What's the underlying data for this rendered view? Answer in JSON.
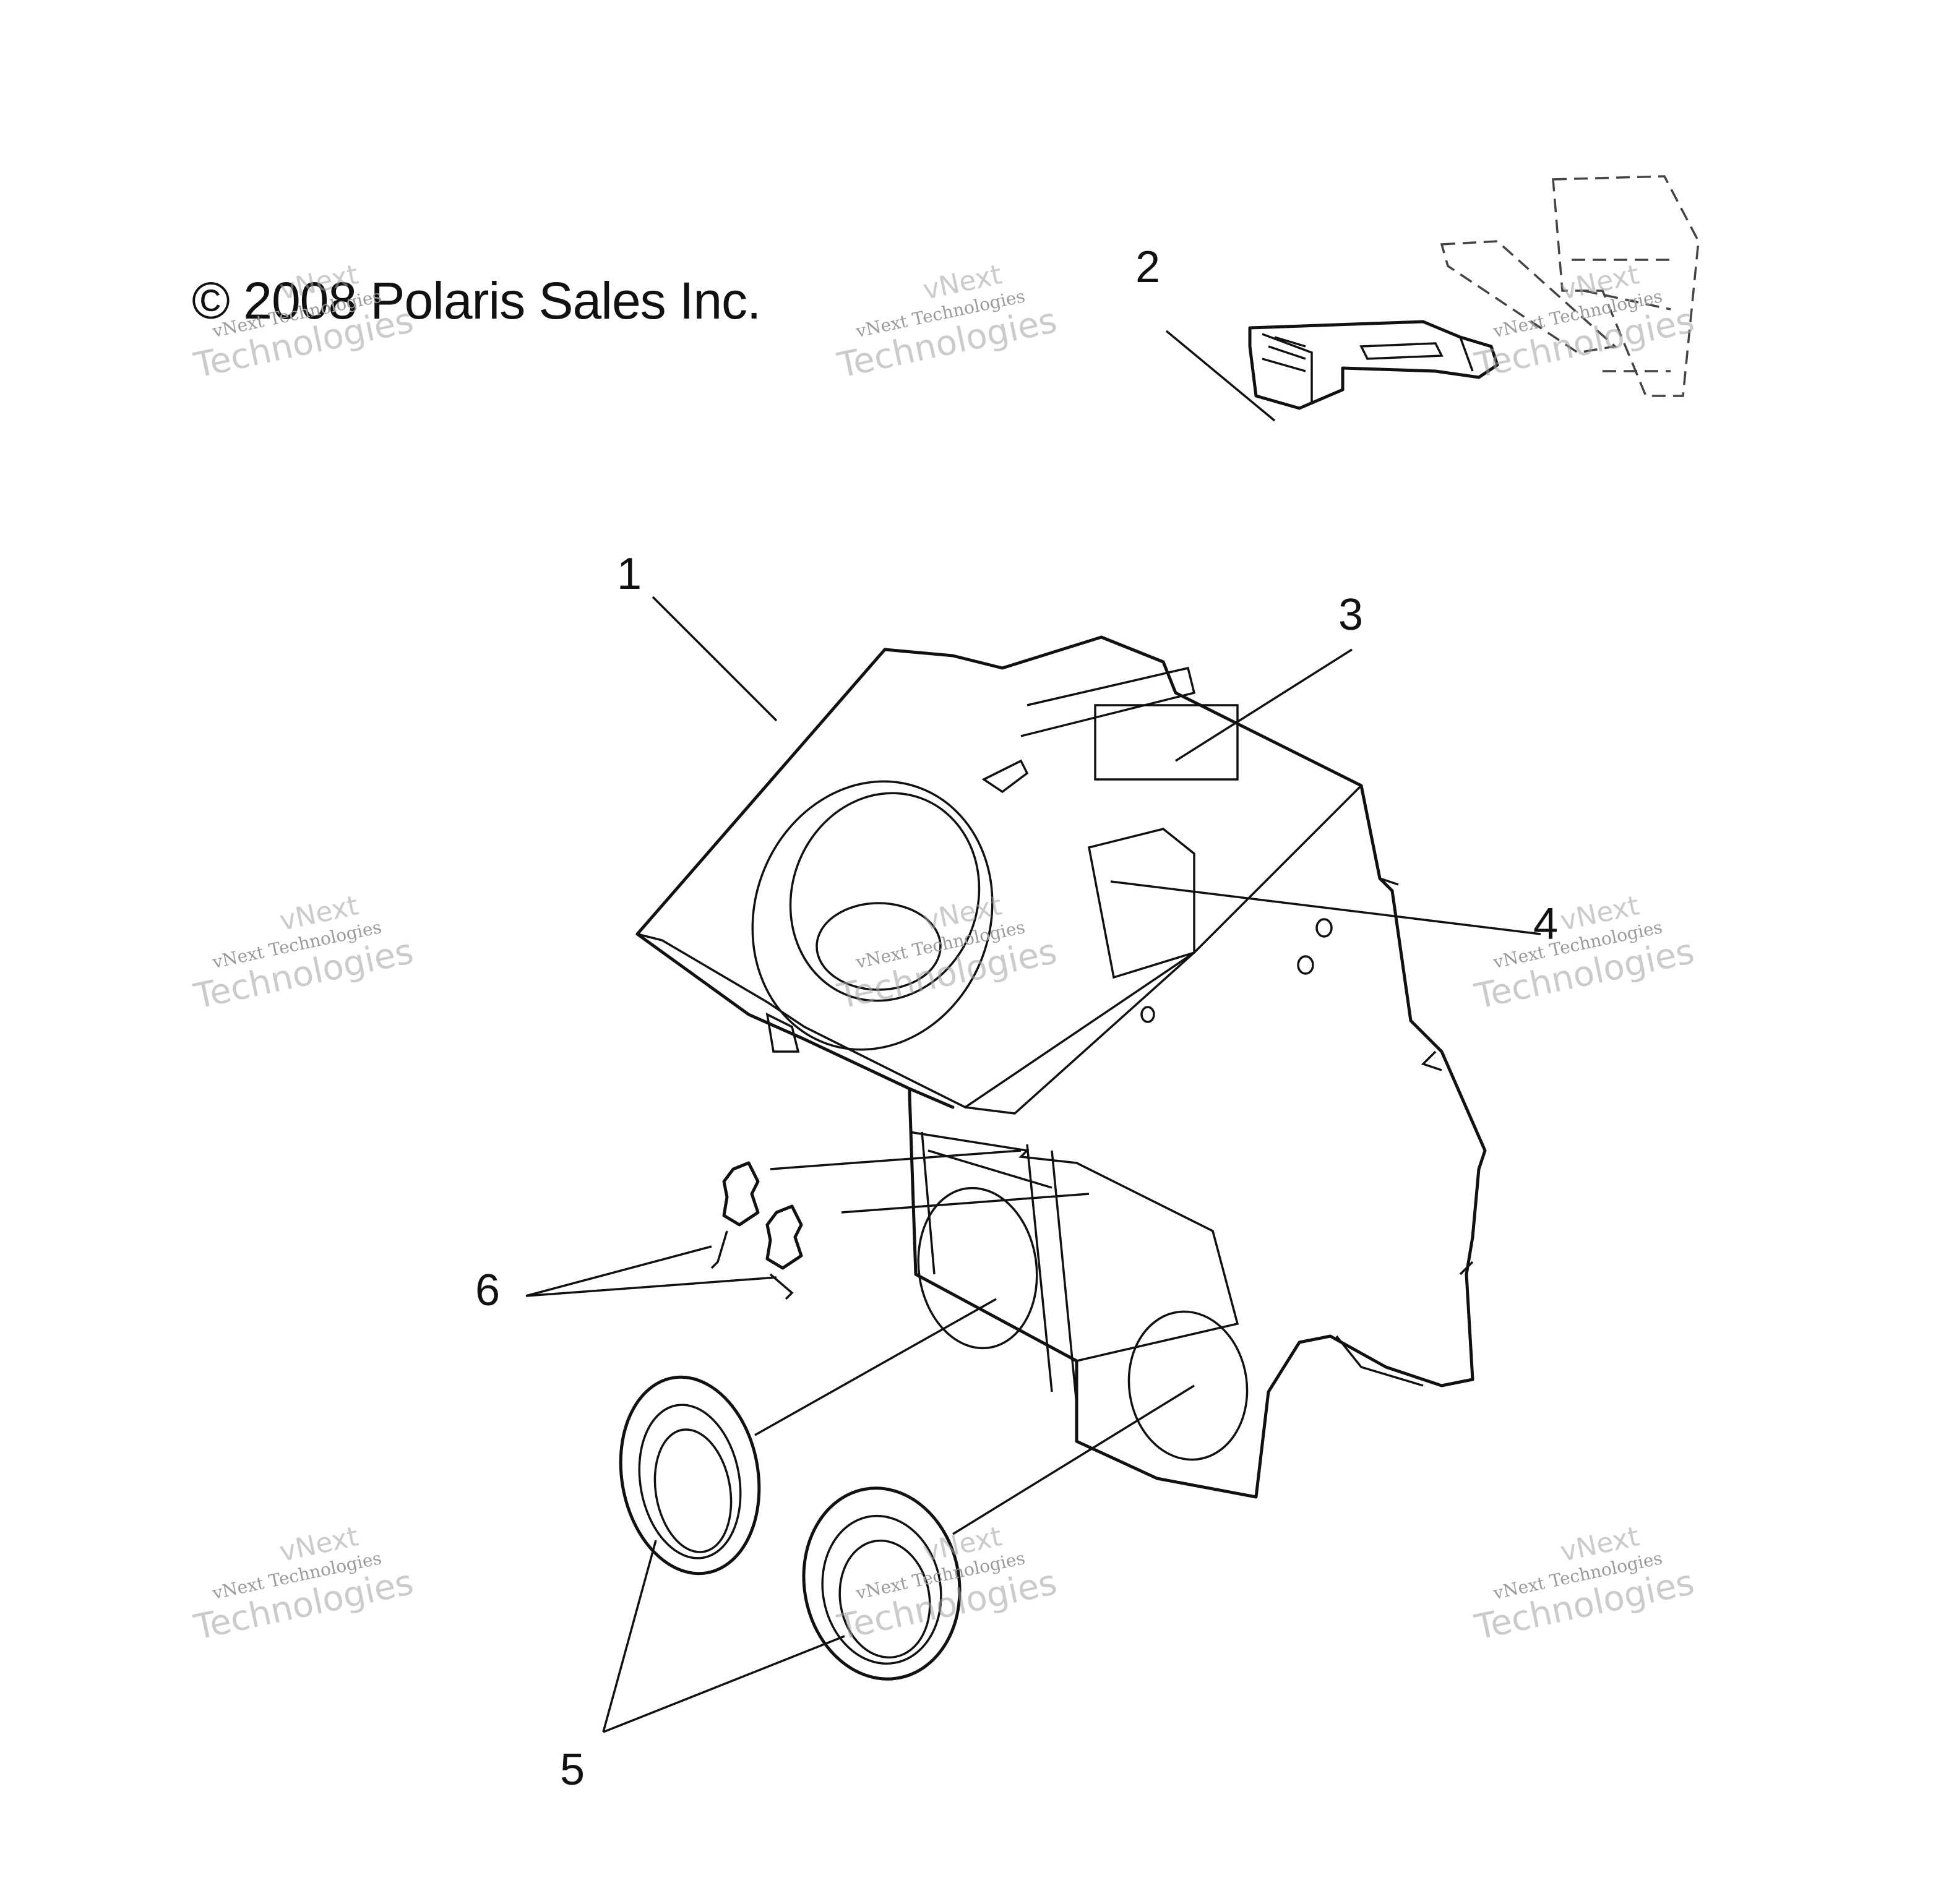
{
  "copyright": "© 2008 Polaris Sales Inc.",
  "callouts": [
    "1",
    "2",
    "3",
    "4",
    "5",
    "6"
  ],
  "watermark": {
    "line_top": "vNext",
    "line_small": "vNext Technologies",
    "line_big": "Technologies"
  }
}
